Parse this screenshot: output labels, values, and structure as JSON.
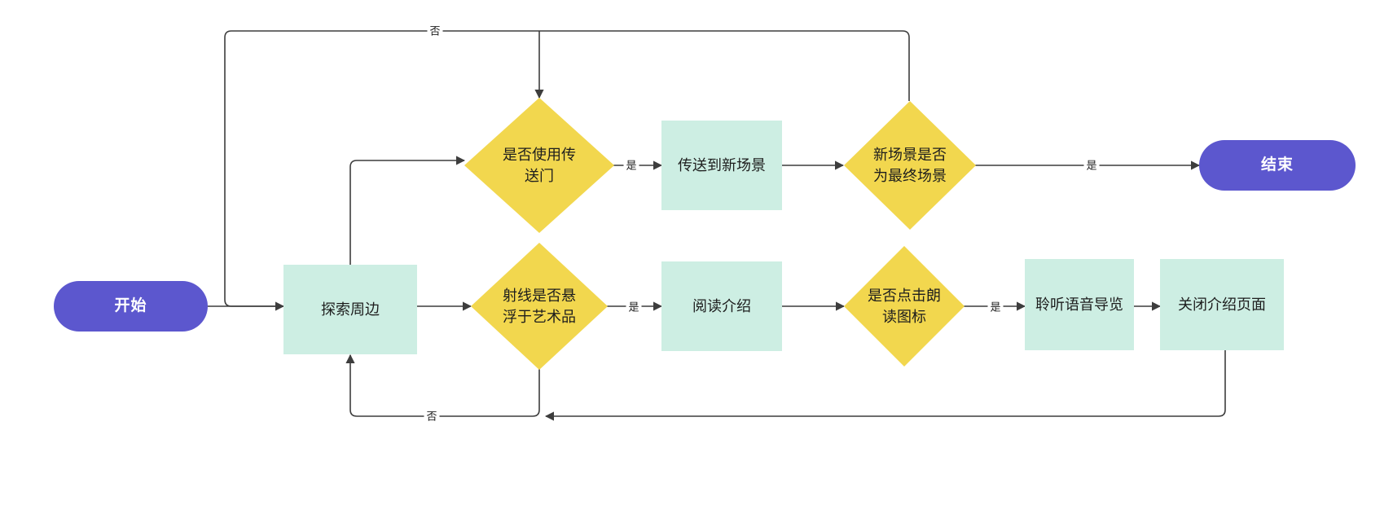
{
  "diagram": {
    "type": "flowchart",
    "title": "",
    "colors": {
      "terminal_fill": "#5c57ce",
      "terminal_text": "#ffffff",
      "process_fill": "#cdeee3",
      "decision_fill": "#f2d74e",
      "edge_stroke": "#3d3d3d",
      "background": "#ffffff"
    },
    "nodes": [
      {
        "id": "start",
        "label": "开始",
        "shape": "terminal"
      },
      {
        "id": "explore",
        "label": "探索周边",
        "shape": "process"
      },
      {
        "id": "use_portal",
        "label": "是否使用传\n送门",
        "shape": "decision"
      },
      {
        "id": "teleport",
        "label": "传送到新场景",
        "shape": "process"
      },
      {
        "id": "final_scene",
        "label": "新场景是否\n为最终场景",
        "shape": "decision"
      },
      {
        "id": "end",
        "label": "结束",
        "shape": "terminal"
      },
      {
        "id": "ray_hover",
        "label": "射线是否悬\n浮于艺术品",
        "shape": "decision"
      },
      {
        "id": "read_intro",
        "label": "阅读介绍",
        "shape": "process"
      },
      {
        "id": "click_read",
        "label": "是否点击朗\n读图标",
        "shape": "decision"
      },
      {
        "id": "listen_audio",
        "label": "聆听语音导览",
        "shape": "process"
      },
      {
        "id": "close_intro",
        "label": "关闭介绍页面",
        "shape": "process"
      }
    ],
    "edges": [
      {
        "from": "start",
        "to": "explore",
        "label": ""
      },
      {
        "from": "explore",
        "to": "use_portal",
        "label": ""
      },
      {
        "from": "use_portal",
        "to": "teleport",
        "label": "是"
      },
      {
        "from": "teleport",
        "to": "final_scene",
        "label": ""
      },
      {
        "from": "final_scene",
        "to": "end",
        "label": "是"
      },
      {
        "from": "final_scene",
        "to": "use_portal",
        "label": "否"
      },
      {
        "from": "explore",
        "to": "ray_hover",
        "label": ""
      },
      {
        "from": "ray_hover",
        "to": "read_intro",
        "label": "是"
      },
      {
        "from": "ray_hover",
        "to": "explore",
        "label": "否"
      },
      {
        "from": "read_intro",
        "to": "click_read",
        "label": ""
      },
      {
        "from": "click_read",
        "to": "listen_audio",
        "label": "是"
      },
      {
        "from": "listen_audio",
        "to": "close_intro",
        "label": ""
      },
      {
        "from": "close_intro",
        "to": "explore",
        "label": ""
      }
    ],
    "edge_labels": {
      "portal_yes": "是",
      "final_yes": "是",
      "final_no": "否",
      "ray_yes": "是",
      "ray_no": "否",
      "click_yes": "是"
    }
  }
}
